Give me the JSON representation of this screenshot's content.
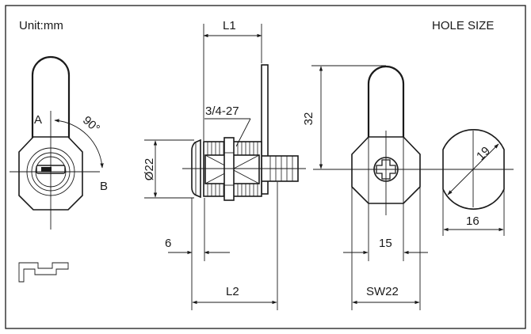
{
  "header": {
    "unit_label": "Unit:mm",
    "hole_size_label": "HOLE SIZE"
  },
  "front_view": {
    "label_a": "A",
    "label_b": "B",
    "angle_label": "90°"
  },
  "side_view": {
    "l1": "L1",
    "thread": "3/4-27",
    "diameter": "Ø22",
    "six": "6",
    "l2": "L2"
  },
  "rear_view": {
    "height": "32",
    "width": "15",
    "wrench": "SW22"
  },
  "hole_view": {
    "diameter": "19",
    "flat": "16"
  }
}
